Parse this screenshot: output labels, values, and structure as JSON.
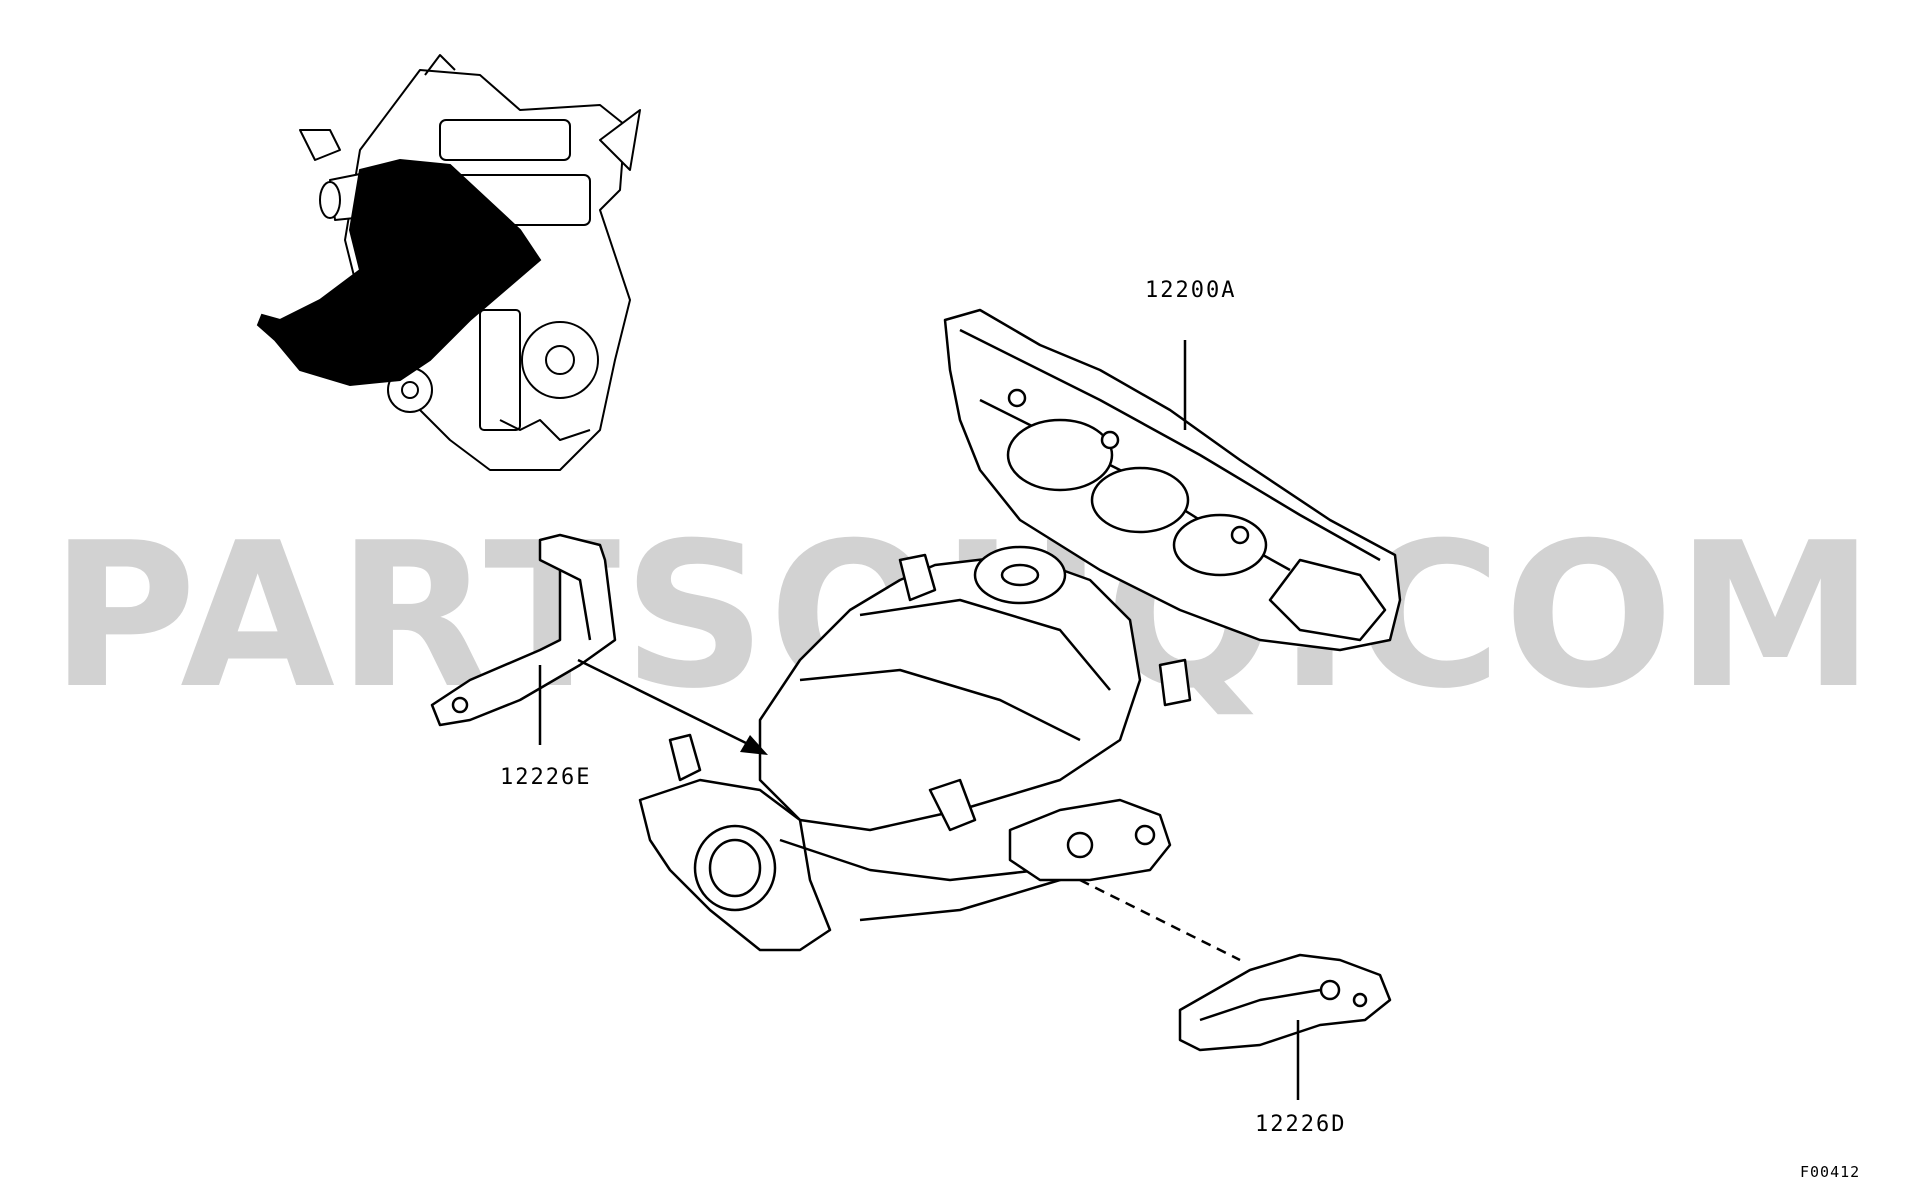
{
  "watermark": {
    "text": "PARTSOUQ.COM"
  },
  "callouts": {
    "manifold": "12200A",
    "bracket_upper": "12226E",
    "bracket_lower": "12226D"
  },
  "figure_code": "F00412"
}
